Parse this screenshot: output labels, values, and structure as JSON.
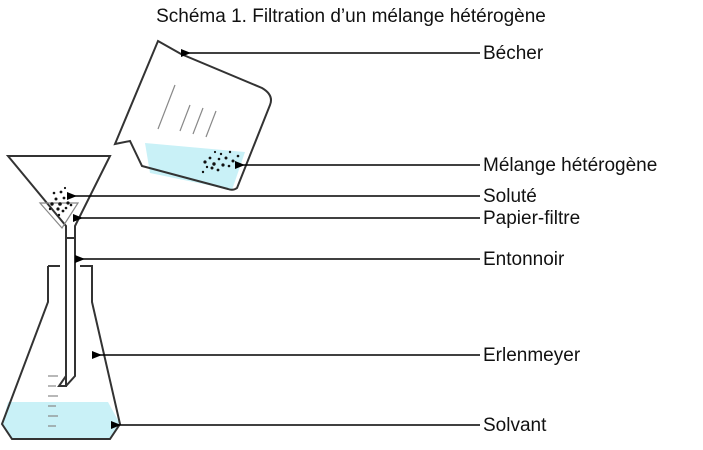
{
  "title": "Schéma 1. Filtration d’un mélange hétérogène",
  "labels": {
    "becher": "Bécher",
    "melange": "Mélange hétérogène",
    "solute": "Soluté",
    "papier": "Papier-filtre",
    "entonnoir": "Entonnoir",
    "erlenmeyer": "Erlenmeyer",
    "solvant": "Solvant"
  },
  "colors": {
    "liquid": "#c9f1f7",
    "liquid_edge": "#9fdbe6",
    "outline": "#333333",
    "leader": "#000000"
  }
}
